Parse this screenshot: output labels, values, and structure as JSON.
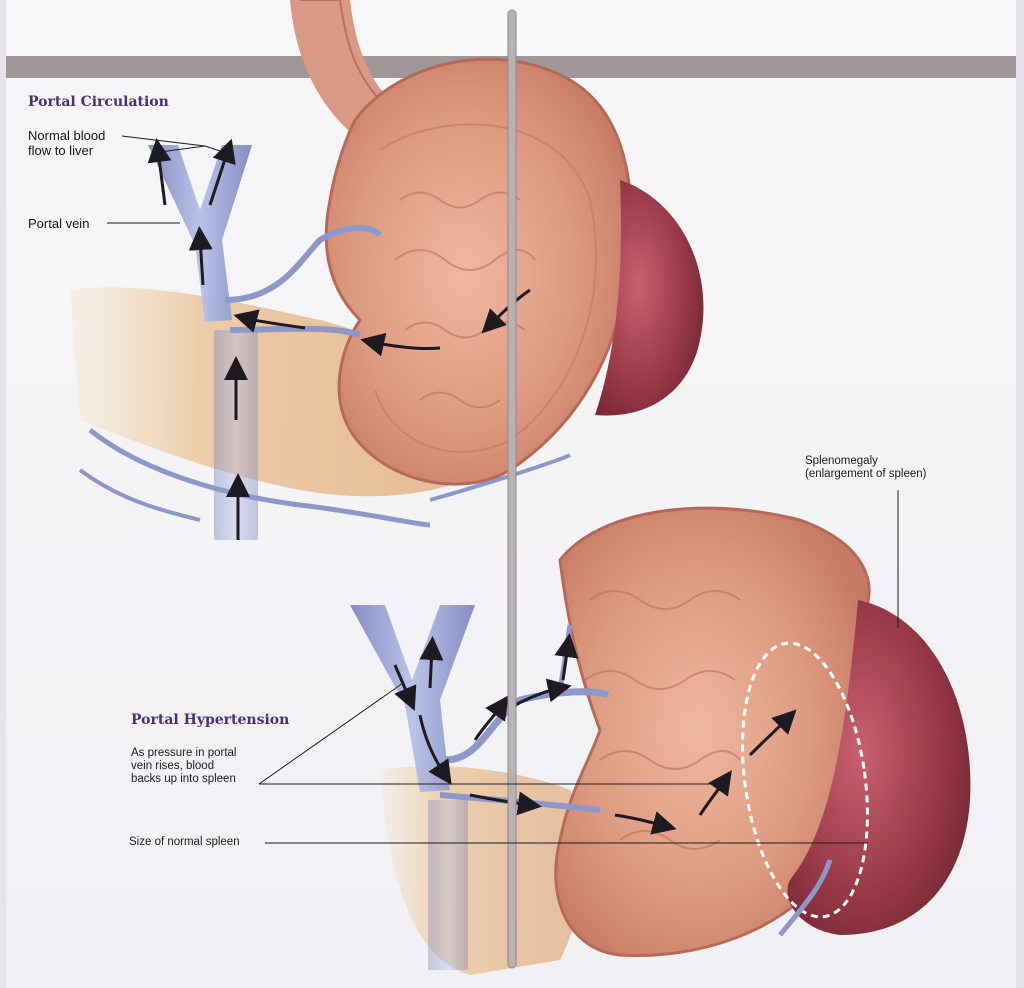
{
  "top_section": {
    "title": "Portal Circulation",
    "normal_flow": [
      "Normal blood",
      "flow to liver"
    ],
    "portal_vein": "Portal vein"
  },
  "bottom_section": {
    "title": "Portal Hypertension",
    "pressure_note": [
      "As pressure in portal",
      "vein rises, blood",
      "backs up into spleen"
    ],
    "normal_spleen": "Size of normal spleen",
    "splenomegaly": [
      "Splenomegaly",
      "(enlargement of spleen)"
    ]
  },
  "colors": {
    "header_band": "#a09898",
    "title_purple": "#4a2f78",
    "stomach": "#d9907a",
    "spleen": "#9a3a45",
    "vein": "#9aa6d2",
    "pancreas": "#e8c9a0"
  }
}
